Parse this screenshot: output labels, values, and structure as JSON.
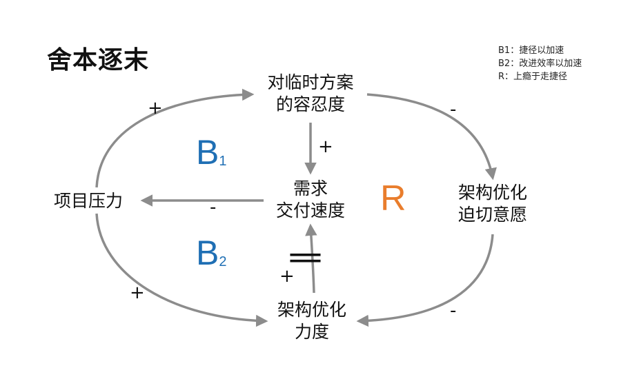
{
  "title": "舍本逐末",
  "legend": [
    "B1：捷径以加速",
    "B2：改进效率以加速",
    "R：上瘾于走捷径"
  ],
  "nodes": {
    "tolerance": [
      "对临时方案",
      "的容忍度"
    ],
    "delivery": [
      "需求",
      "交付速度"
    ],
    "pressure": "项目压力",
    "urgency": [
      "架构优化",
      "迫切意愿"
    ],
    "effort": [
      "架构优化",
      "力度"
    ]
  },
  "loops": {
    "b1": {
      "letter": "B",
      "sub": "1"
    },
    "b2": {
      "letter": "B",
      "sub": "2"
    },
    "r": "R"
  },
  "signs": {
    "pressure_to_tolerance": "+",
    "tolerance_to_delivery": "+",
    "delivery_to_pressure": "-",
    "tolerance_to_urgency": "-",
    "urgency_to_effort": "-",
    "pressure_to_effort": "+",
    "effort_to_delivery": "+"
  },
  "delay_mark": "=",
  "colors": {
    "arrow": "#8c8c8c",
    "balancing": "#1f6fb4",
    "reinforcing": "#e97d2c"
  }
}
